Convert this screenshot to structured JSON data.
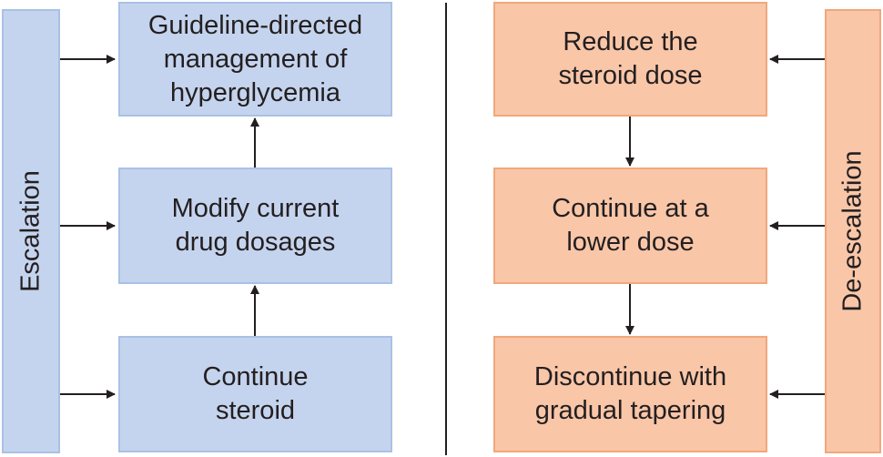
{
  "escalation": {
    "side_label": "Escalation",
    "steps": [
      "Guideline-directed\nmanagement of\nhyperglycemia",
      "Modify current\ndrug dosages",
      "Continue\nsteroid"
    ],
    "colors": {
      "fill": "#c5d4ee",
      "border": "#a9c1e6"
    }
  },
  "deescalation": {
    "side_label": "De-escalation",
    "steps": [
      "Reduce the\nsteroid dose",
      "Continue at a\nlower dose",
      "Discontinue with\ngradual tapering"
    ],
    "colors": {
      "fill": "#f9c6a8",
      "border": "#f2a77c"
    }
  }
}
